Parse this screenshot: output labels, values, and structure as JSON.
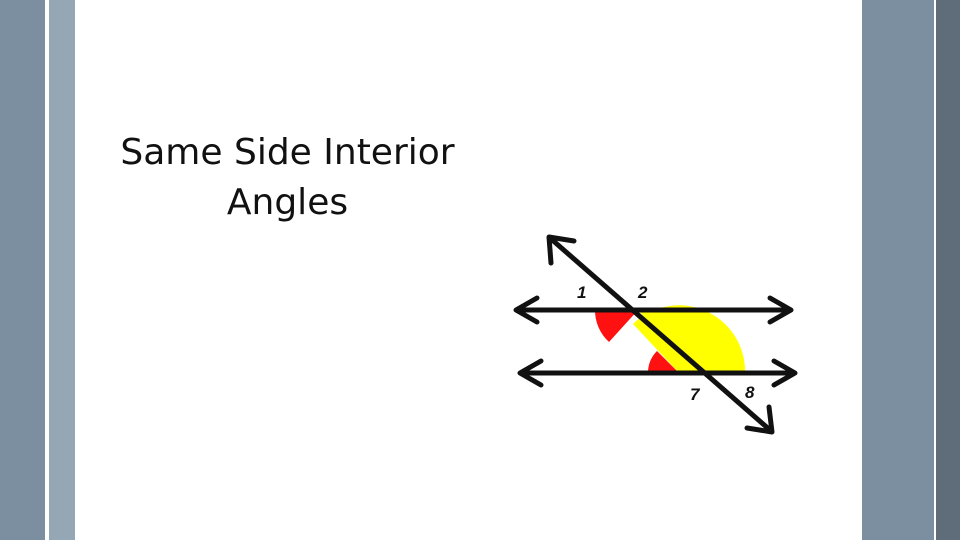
{
  "slide": {
    "title_line1": "Same Side Interior",
    "title_line2": "Angles"
  },
  "diagram": {
    "angle_labels": {
      "a1": "1",
      "a2": "2",
      "a7": "7",
      "a8": "8"
    },
    "colors": {
      "red_angle": "#ff1111",
      "yellow_angle": "#ffff00",
      "line": "#111111",
      "frame_dark": "#5f6c79",
      "frame_mid": "#7b8fa0",
      "frame_light": "#95a6b5"
    }
  }
}
